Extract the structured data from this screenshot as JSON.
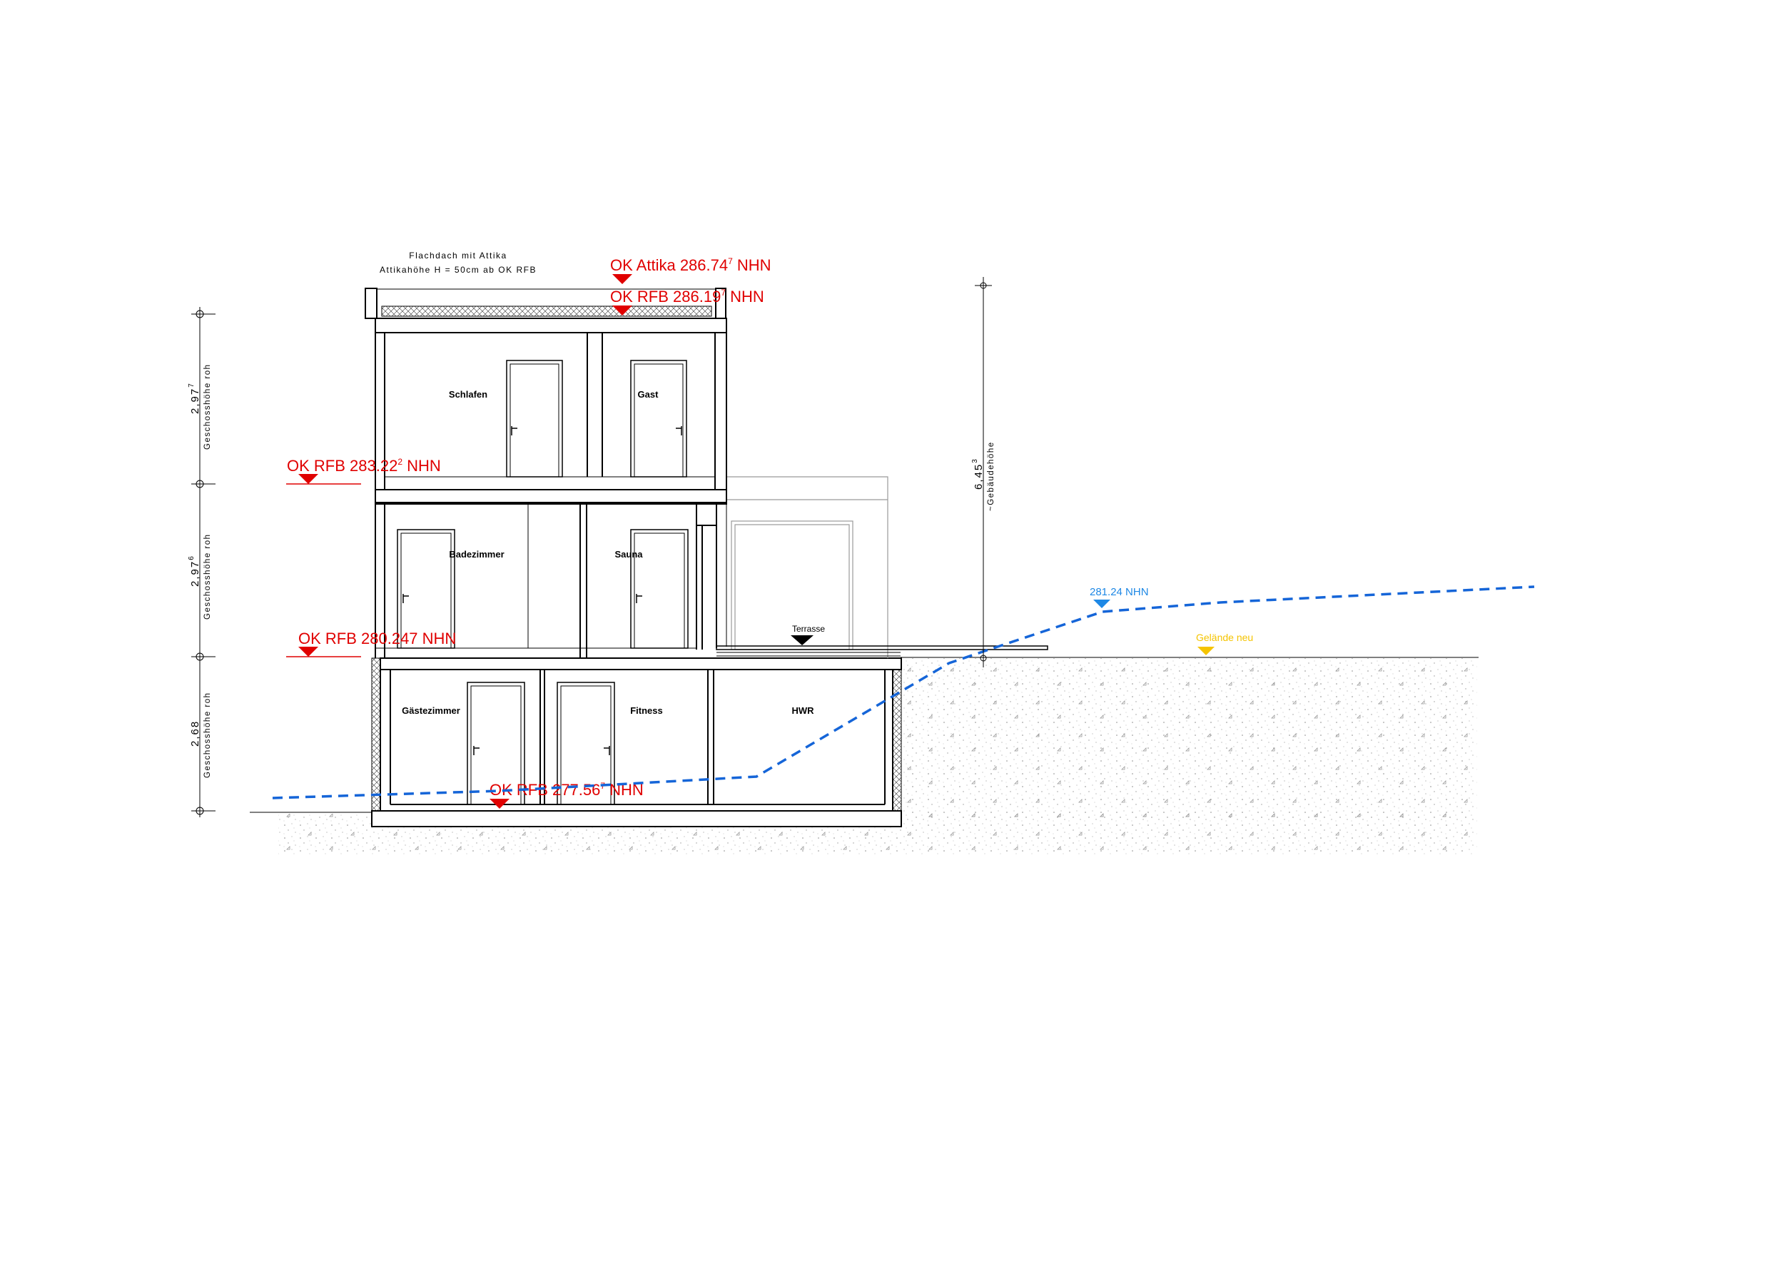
{
  "notes": {
    "roof_line1": "Flachdach mit Attika",
    "roof_line2": "Attikahöhe H = 50cm ab OK RFB",
    "terrace": "Terrasse",
    "terrain_new": "Gelände neu",
    "water_level": "281.24 NHN"
  },
  "levels": {
    "attika": {
      "main": "OK Attika 286.74",
      "sup": "7",
      "unit": " NHN"
    },
    "roof": {
      "main": "OK RFB 286.19",
      "sup": "7",
      "unit": " NHN"
    },
    "upper": {
      "main": "OK RFB 283.22",
      "sup": "2",
      "unit": " NHN"
    },
    "ground": {
      "main": "OK RFB 280.247 NHN"
    },
    "basement": {
      "main": "OK RFB 277.56",
      "sup": "7",
      "unit": " NHN"
    }
  },
  "rooms": {
    "schlafen": "Schlafen",
    "gast": "Gast",
    "badezimmer": "Badezimmer",
    "sauna": "Sauna",
    "gaestezimmer": "Gästezimmer",
    "fitness": "Fitness",
    "hwr": "HWR"
  },
  "dimensions": {
    "upper_value": "2,97",
    "upper_sup": "7",
    "upper_label": "Geschosshöhe roh",
    "middle_value": "2,97",
    "middle_sup": "6",
    "middle_label": "Geschosshöhe roh",
    "lower_value": "2,68",
    "lower_label": "Geschosshöhe roh",
    "building_value": "6,45",
    "building_sup": "3",
    "building_label": "~Gebäudehöhe"
  },
  "colors": {
    "level_marker": "#e00000",
    "water_line": "#1565d8",
    "water_marker": "#1e88e5",
    "terrain_marker": "#f5c400",
    "structure": "#000000"
  },
  "icons": {
    "level_marker": "triangle-down-icon",
    "terrace_marker": "triangle-down-icon"
  }
}
